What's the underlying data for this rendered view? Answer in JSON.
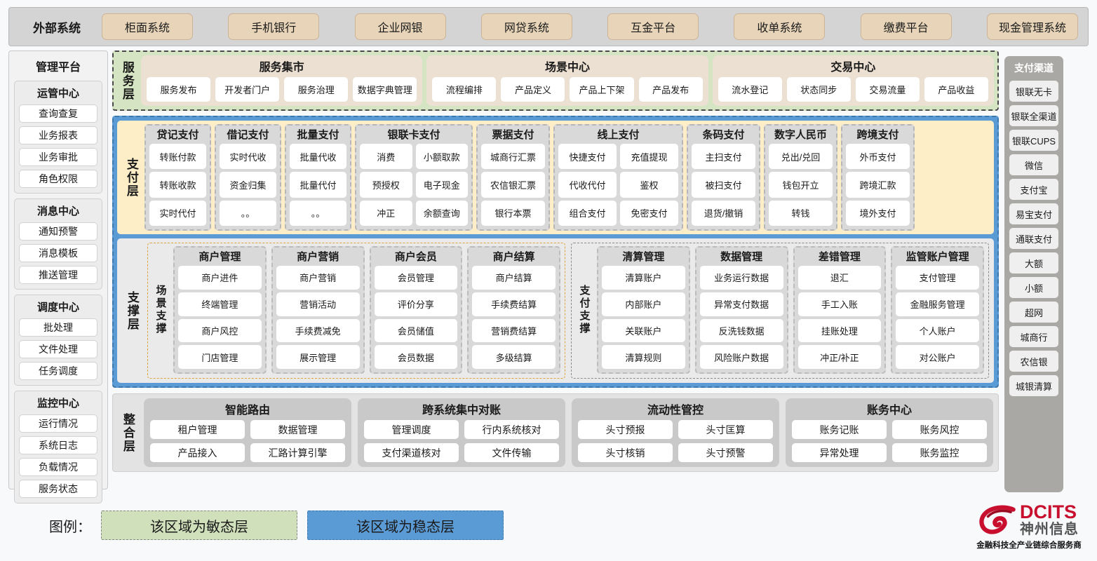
{
  "external_systems": {
    "title": "外部系统",
    "items": [
      "柜面系统",
      "手机银行",
      "企业网银",
      "网贷系统",
      "互金平台",
      "收单系统",
      "缴费平台",
      "现金管理系统"
    ]
  },
  "management_platform": {
    "title": "管理平台",
    "groups": [
      {
        "title": "运管中心",
        "items": [
          "查询查复",
          "业务报表",
          "业务审批",
          "角色权限"
        ]
      },
      {
        "title": "消息中心",
        "items": [
          "通知预警",
          "消息模板",
          "推送管理"
        ]
      },
      {
        "title": "调度中心",
        "items": [
          "批处理",
          "文件处理",
          "任务调度"
        ]
      },
      {
        "title": "监控中心",
        "items": [
          "运行情况",
          "系统日志",
          "负载情况",
          "服务状态"
        ]
      }
    ]
  },
  "payment_channels": {
    "title": "支付渠道",
    "items": [
      "银联无卡",
      "银联全渠道",
      "银联CUPS",
      "微信",
      "支付宝",
      "易宝支付",
      "通联支付",
      "大额",
      "小额",
      "超网",
      "城商行",
      "农信银",
      "城银清算"
    ]
  },
  "service_layer": {
    "label": "服务层",
    "cards": [
      {
        "title": "服务集市",
        "items": [
          "服务发布",
          "开发者门户",
          "服务治理",
          "数据字典管理"
        ]
      },
      {
        "title": "场景中心",
        "items": [
          "流程编排",
          "产品定义",
          "产品上下架",
          "产品发布"
        ]
      },
      {
        "title": "交易中心",
        "items": [
          "流水登记",
          "状态同步",
          "交易流量",
          "产品收益"
        ]
      }
    ]
  },
  "payment_layer": {
    "label": "支付层",
    "columns": [
      {
        "title": "贷记支付",
        "cols": 1,
        "width": 95,
        "items": [
          "转账付款",
          "转账收款",
          "实时代付"
        ]
      },
      {
        "title": "借记支付",
        "cols": 1,
        "width": 95,
        "items": [
          "实时代收",
          "资金归集",
          "。。"
        ]
      },
      {
        "title": "批量支付",
        "cols": 1,
        "width": 95,
        "items": [
          "批量代收",
          "批量代付",
          "。。"
        ]
      },
      {
        "title": "银联卡支付",
        "cols": 2,
        "width": 168,
        "items": [
          "消费",
          "小额取款",
          "预授权",
          "电子现金",
          "冲正",
          "余额查询"
        ]
      },
      {
        "title": "票据支付",
        "cols": 1,
        "width": 105,
        "items": [
          "城商行汇票",
          "农信银汇票",
          "银行本票"
        ]
      },
      {
        "title": "线上支付",
        "cols": 2,
        "width": 185,
        "items": [
          "快捷支付",
          "充值提现",
          "代收代付",
          "鉴权",
          "组合支付",
          "免密支付"
        ]
      },
      {
        "title": "条码支付",
        "cols": 1,
        "width": 105,
        "items": [
          "主扫支付",
          "被扫支付",
          "退货/撤销"
        ]
      },
      {
        "title": "数字人民币",
        "cols": 1,
        "width": 105,
        "items": [
          "兑出/兑回",
          "钱包开立",
          "转钱"
        ]
      },
      {
        "title": "跨境支付",
        "cols": 1,
        "width": 105,
        "items": [
          "外币支付",
          "跨境汇款",
          "境外支付"
        ]
      }
    ]
  },
  "support_layer": {
    "label": "支撑层",
    "groups": [
      {
        "sublabel": "场景支撑",
        "style": "scene",
        "columns": [
          {
            "title": "商户管理",
            "items": [
              "商户进件",
              "终端管理",
              "商户风控",
              "门店管理"
            ]
          },
          {
            "title": "商户营销",
            "items": [
              "商户营销",
              "营销活动",
              "手续费减免",
              "展示管理"
            ]
          },
          {
            "title": "商户会员",
            "items": [
              "会员管理",
              "评价分享",
              "会员储值",
              "会员数据"
            ]
          },
          {
            "title": "商户结算",
            "items": [
              "商户结算",
              "手续费结算",
              "营销费结算",
              "多级结算"
            ]
          }
        ]
      },
      {
        "sublabel": "支付支撑",
        "style": "paysup",
        "columns": [
          {
            "title": "清算管理",
            "items": [
              "清算账户",
              "内部账户",
              "关联账户",
              "清算规则"
            ]
          },
          {
            "title": "数据管理",
            "items": [
              "业务运行数据",
              "异常支付数据",
              "反洗钱数据",
              "风险账户数据"
            ]
          },
          {
            "title": "差错管理",
            "items": [
              "退汇",
              "手工入账",
              "挂账处理",
              "冲正/补正"
            ]
          },
          {
            "title": "监管账户管理",
            "items": [
              "支付管理",
              "金融服务管理",
              "个人账户",
              "对公账户"
            ]
          }
        ]
      }
    ]
  },
  "integration_layer": {
    "label": "整合层",
    "cards": [
      {
        "title": "智能路由",
        "items": [
          "租户管理",
          "数据管理",
          "产品接入",
          "汇路计算引擎"
        ]
      },
      {
        "title": "跨系统集中对账",
        "items": [
          "管理调度",
          "行内系统核对",
          "支付渠道核对",
          "文件传输"
        ]
      },
      {
        "title": "流动性管控",
        "items": [
          "头寸预报",
          "头寸匡算",
          "头寸核销",
          "头寸预警"
        ]
      },
      {
        "title": "账务中心",
        "items": [
          "账务记账",
          "账务风控",
          "异常处理",
          "账务监控"
        ]
      }
    ]
  },
  "legend": {
    "label": "图例：",
    "agile_text": "该区域为敏态层",
    "stable_text": "该区域为稳态层",
    "agile_color": "#cfe0bb",
    "stable_color": "#5b9bd5"
  },
  "logo": {
    "en": "DCITS",
    "cn": "神州信息",
    "tagline": "金融科技全产业链综合服务商",
    "brand_color": "#c8102e"
  }
}
